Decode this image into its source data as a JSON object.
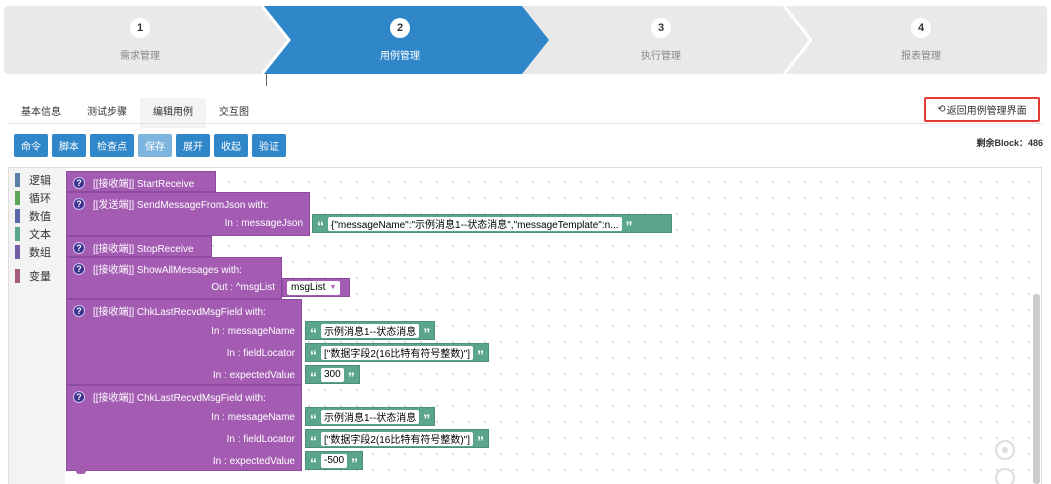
{
  "steps": [
    {
      "num": "1",
      "label": "需求管理"
    },
    {
      "num": "2",
      "label": "用例管理"
    },
    {
      "num": "3",
      "label": "执行管理"
    },
    {
      "num": "4",
      "label": "报表管理"
    }
  ],
  "colors": {
    "step_active": "#2f86c8",
    "step_inactive": "#e9e9e9",
    "block_purple": "#a45cb3",
    "string_green": "#5ba58c",
    "highlight_red": "#e53935"
  },
  "tabs": [
    "基本信息",
    "测试步骤",
    "编辑用例",
    "交互图"
  ],
  "active_tab": "编辑用例",
  "back_link": {
    "label": "返回用例管理界面",
    "icon": "undo-icon"
  },
  "toolbar": {
    "buttons": [
      "命令",
      "脚本",
      "检查点",
      "保存",
      "展开",
      "收起",
      "验证"
    ]
  },
  "remaining": "剩余Block：486",
  "categories": [
    {
      "label": "逻辑",
      "color": "#5b80a5"
    },
    {
      "label": "循环",
      "color": "#5ba55b"
    },
    {
      "label": "数值",
      "color": "#5b67a5"
    },
    {
      "label": "文本",
      "color": "#5ba58c"
    },
    {
      "label": "数组",
      "color": "#745ba5"
    },
    {
      "label": "变量",
      "color": "#a55b80"
    }
  ],
  "blocks": {
    "b1": {
      "title": "[[接收端]]  StartReceive"
    },
    "b2": {
      "title": "[[发送端]]  SendMessageFromJson  with:",
      "arg1": "In : messageJson",
      "val1": "{\"messageName\":\"示例消息1--状态消息\",\"messageTemplate\":n..."
    },
    "b3": {
      "title": "[[接收端]]  StopReceive"
    },
    "b4": {
      "title": "[[接收端]]  ShowAllMessages  with:",
      "arg1": "Out : ^msgList",
      "val1": "msgList"
    },
    "b5": {
      "title": "[[接收端]]  ChkLastRecvdMsgField  with:",
      "arg1": "In : messageName",
      "val1": "示例消息1--状态消息",
      "arg2": "In : fieldLocator",
      "val2": "[\"数据字段2(16比特有符号整数)\"]",
      "arg3": "In : expectedValue",
      "val3": "300"
    },
    "b6": {
      "title": "[[接收端]]  ChkLastRecvdMsgField  with:",
      "arg1": "In : messageName",
      "val1": "示例消息1--状态消息",
      "arg2": "In : fieldLocator",
      "val2": "[\"数据字段2(16比特有符号整数)\"]",
      "arg3": "In : expectedValue",
      "val3": "-500"
    }
  },
  "qmark": "?",
  "quote_open": "“",
  "quote_close": "”",
  "dropdown_caret": "▼"
}
